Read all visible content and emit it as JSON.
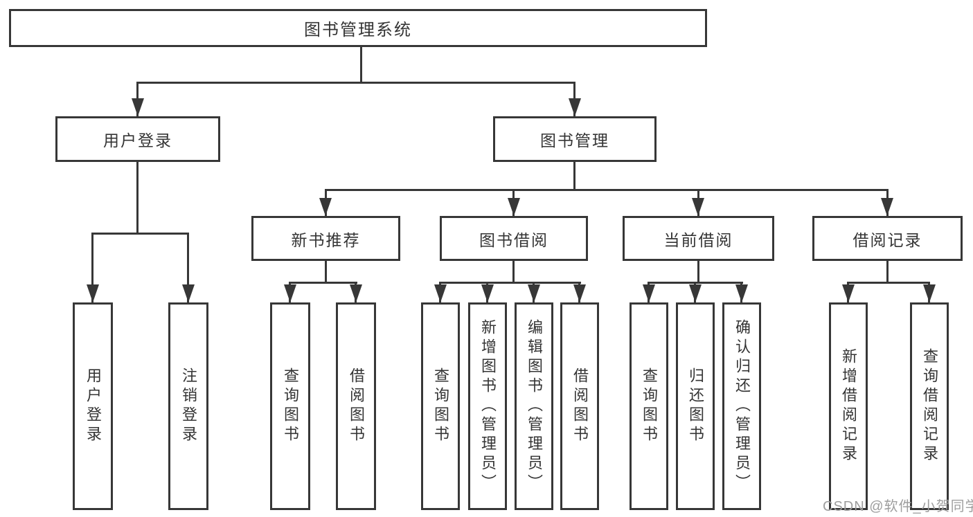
{
  "diagram": {
    "root": "图书管理系统",
    "branches": [
      {
        "label": "用户登录",
        "leaves": [
          "用户登录",
          "注销登录"
        ]
      },
      {
        "label": "图书管理",
        "groups": [
          {
            "label": "新书推荐",
            "leaves": [
              "查询图书",
              "借阅图书"
            ]
          },
          {
            "label": "图书借阅",
            "leaves": [
              "查询图书",
              "新增图书（管理员）",
              "编辑图书（管理员）",
              "借阅图书"
            ]
          },
          {
            "label": "当前借阅",
            "leaves": [
              "查询图书",
              "归还图书",
              "确认归还（管理员）"
            ]
          },
          {
            "label": "借阅记录",
            "leaves": [
              "新增借阅记录",
              "查询借阅记录"
            ]
          }
        ]
      }
    ]
  },
  "watermark": "CSDN @软件_小贺同学",
  "colors": {
    "line": "#373737",
    "text": "#343434",
    "watermark": "#9e9e9e",
    "background": "#ffffff"
  }
}
